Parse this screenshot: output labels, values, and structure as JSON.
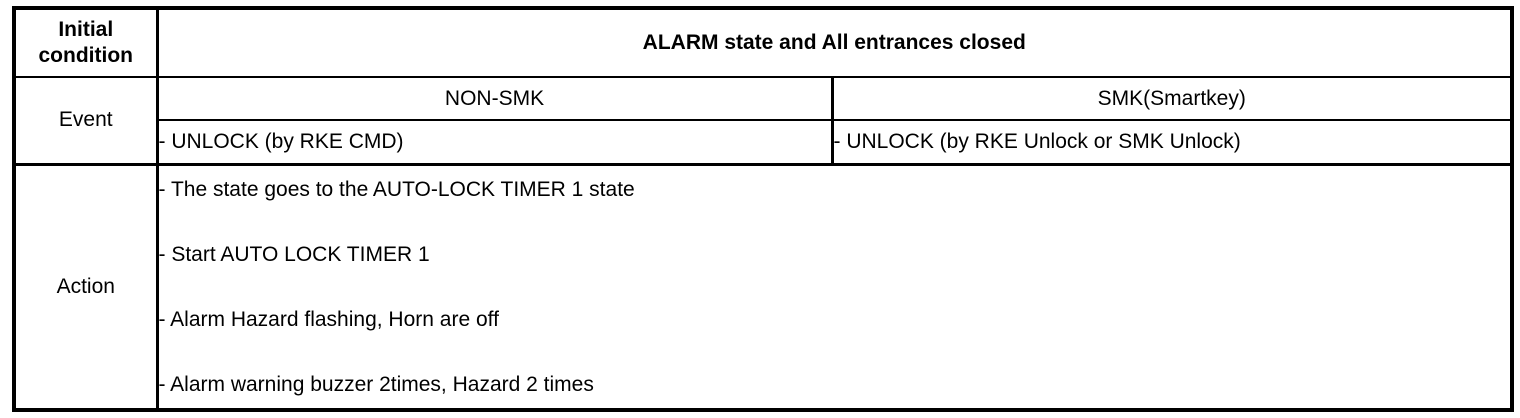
{
  "table": {
    "initial_condition_label": "Initial condition",
    "initial_condition_value": "ALARM state and All entrances closed",
    "event_label": "Event",
    "event_columns": [
      {
        "header": "NON-SMK",
        "event": "- UNLOCK (by RKE CMD)"
      },
      {
        "header": "SMK(Smartkey)",
        "event": "- UNLOCK (by RKE Unlock or SMK Unlock)"
      }
    ],
    "action_label": "Action",
    "actions": [
      "- The state goes to the AUTO-LOCK TIMER 1 state",
      "- Start AUTO LOCK TIMER 1",
      "- Alarm Hazard flashing, Horn are off",
      "- Alarm warning buzzer 2times, Hazard 2 times"
    ],
    "colors": {
      "border": "#000000",
      "text": "#000000",
      "background": "#ffffff"
    }
  }
}
